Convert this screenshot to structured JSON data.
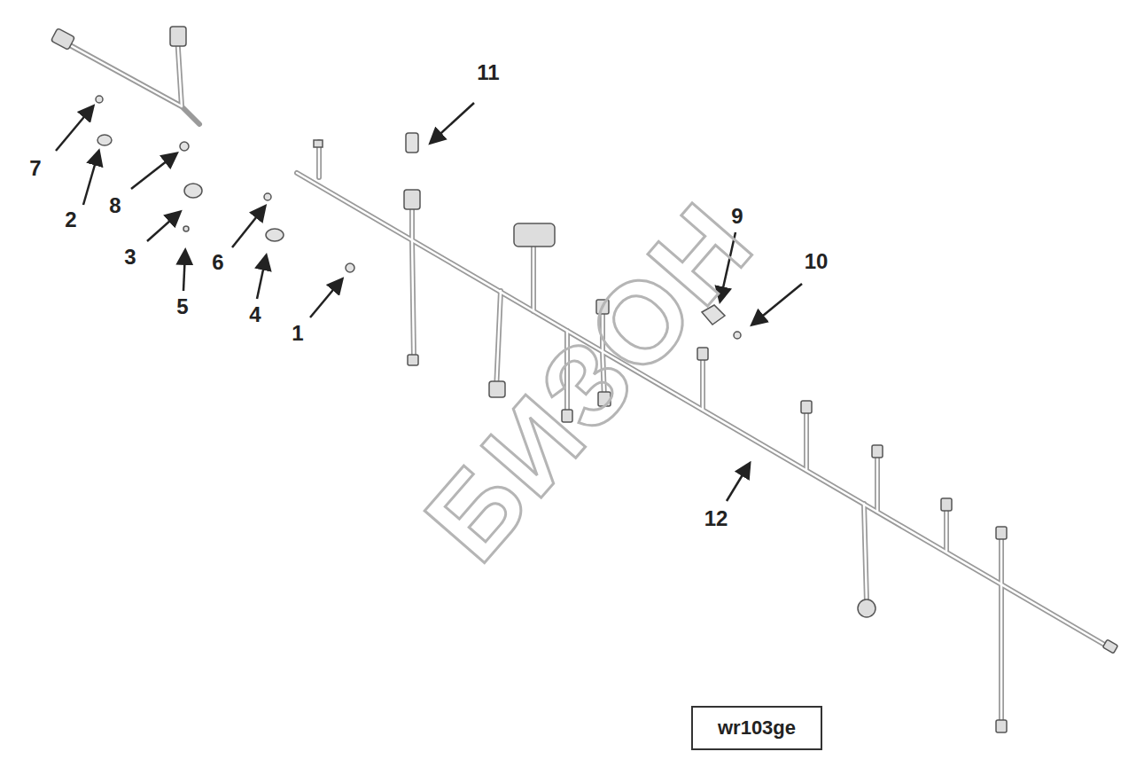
{
  "diagram": {
    "nodes": [
      {
        "text": [
          "wr103ge"
        ]
      }
    ],
    "labels": [
      "11",
      "7",
      "2",
      "8",
      "3",
      "5",
      "6",
      "4",
      "1",
      "9",
      "10",
      "12",
      "БИЗОН"
    ]
  }
}
